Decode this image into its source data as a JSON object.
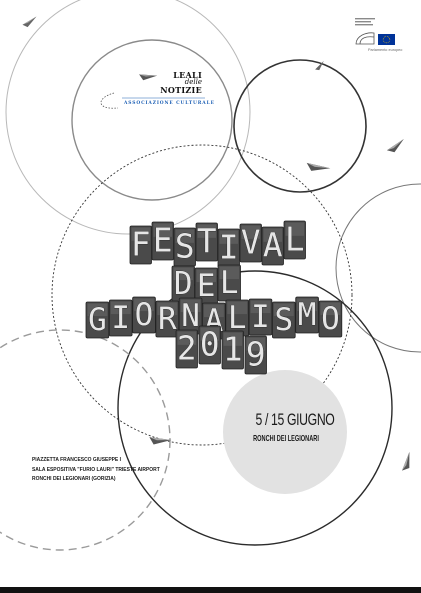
{
  "logo": {
    "line1": "LEALI",
    "line2": "delle",
    "line3": "NOTIZIE",
    "subtitle": "ASSOCIAZIONE CULTURALE"
  },
  "partner": {
    "label": "Parlamento europeo",
    "icon": "european-parliament-logo"
  },
  "title": {
    "rows": [
      [
        "F",
        "E",
        "S",
        "T",
        "I",
        "V",
        "A",
        "L"
      ],
      [
        "D",
        "E",
        "L"
      ],
      [
        "G",
        "I",
        "O",
        "R",
        "N",
        "A",
        "L",
        "I",
        "S",
        "M",
        "O"
      ],
      [
        "2",
        "0",
        "1",
        "9"
      ]
    ]
  },
  "date": {
    "main": "5 / 15 GIUGNO",
    "place": "RONCHI DEI LEGIONARI"
  },
  "venue": {
    "lines": [
      "PIAZZETTA FRANCESCO GIUSEPPE I",
      "SALA ESPOSITIVA \"FURIO LAURI\" TRIESTE AIRPORT",
      "RONCHI DEI LEGIONARI (GORIZIA)"
    ]
  },
  "colors": {
    "ink": "#1a1a1a",
    "accent_blue": "#1e60b5",
    "tile": "#4a4a4a",
    "circle_fill": "#e2e2e2",
    "eu_blue": "#003399"
  }
}
